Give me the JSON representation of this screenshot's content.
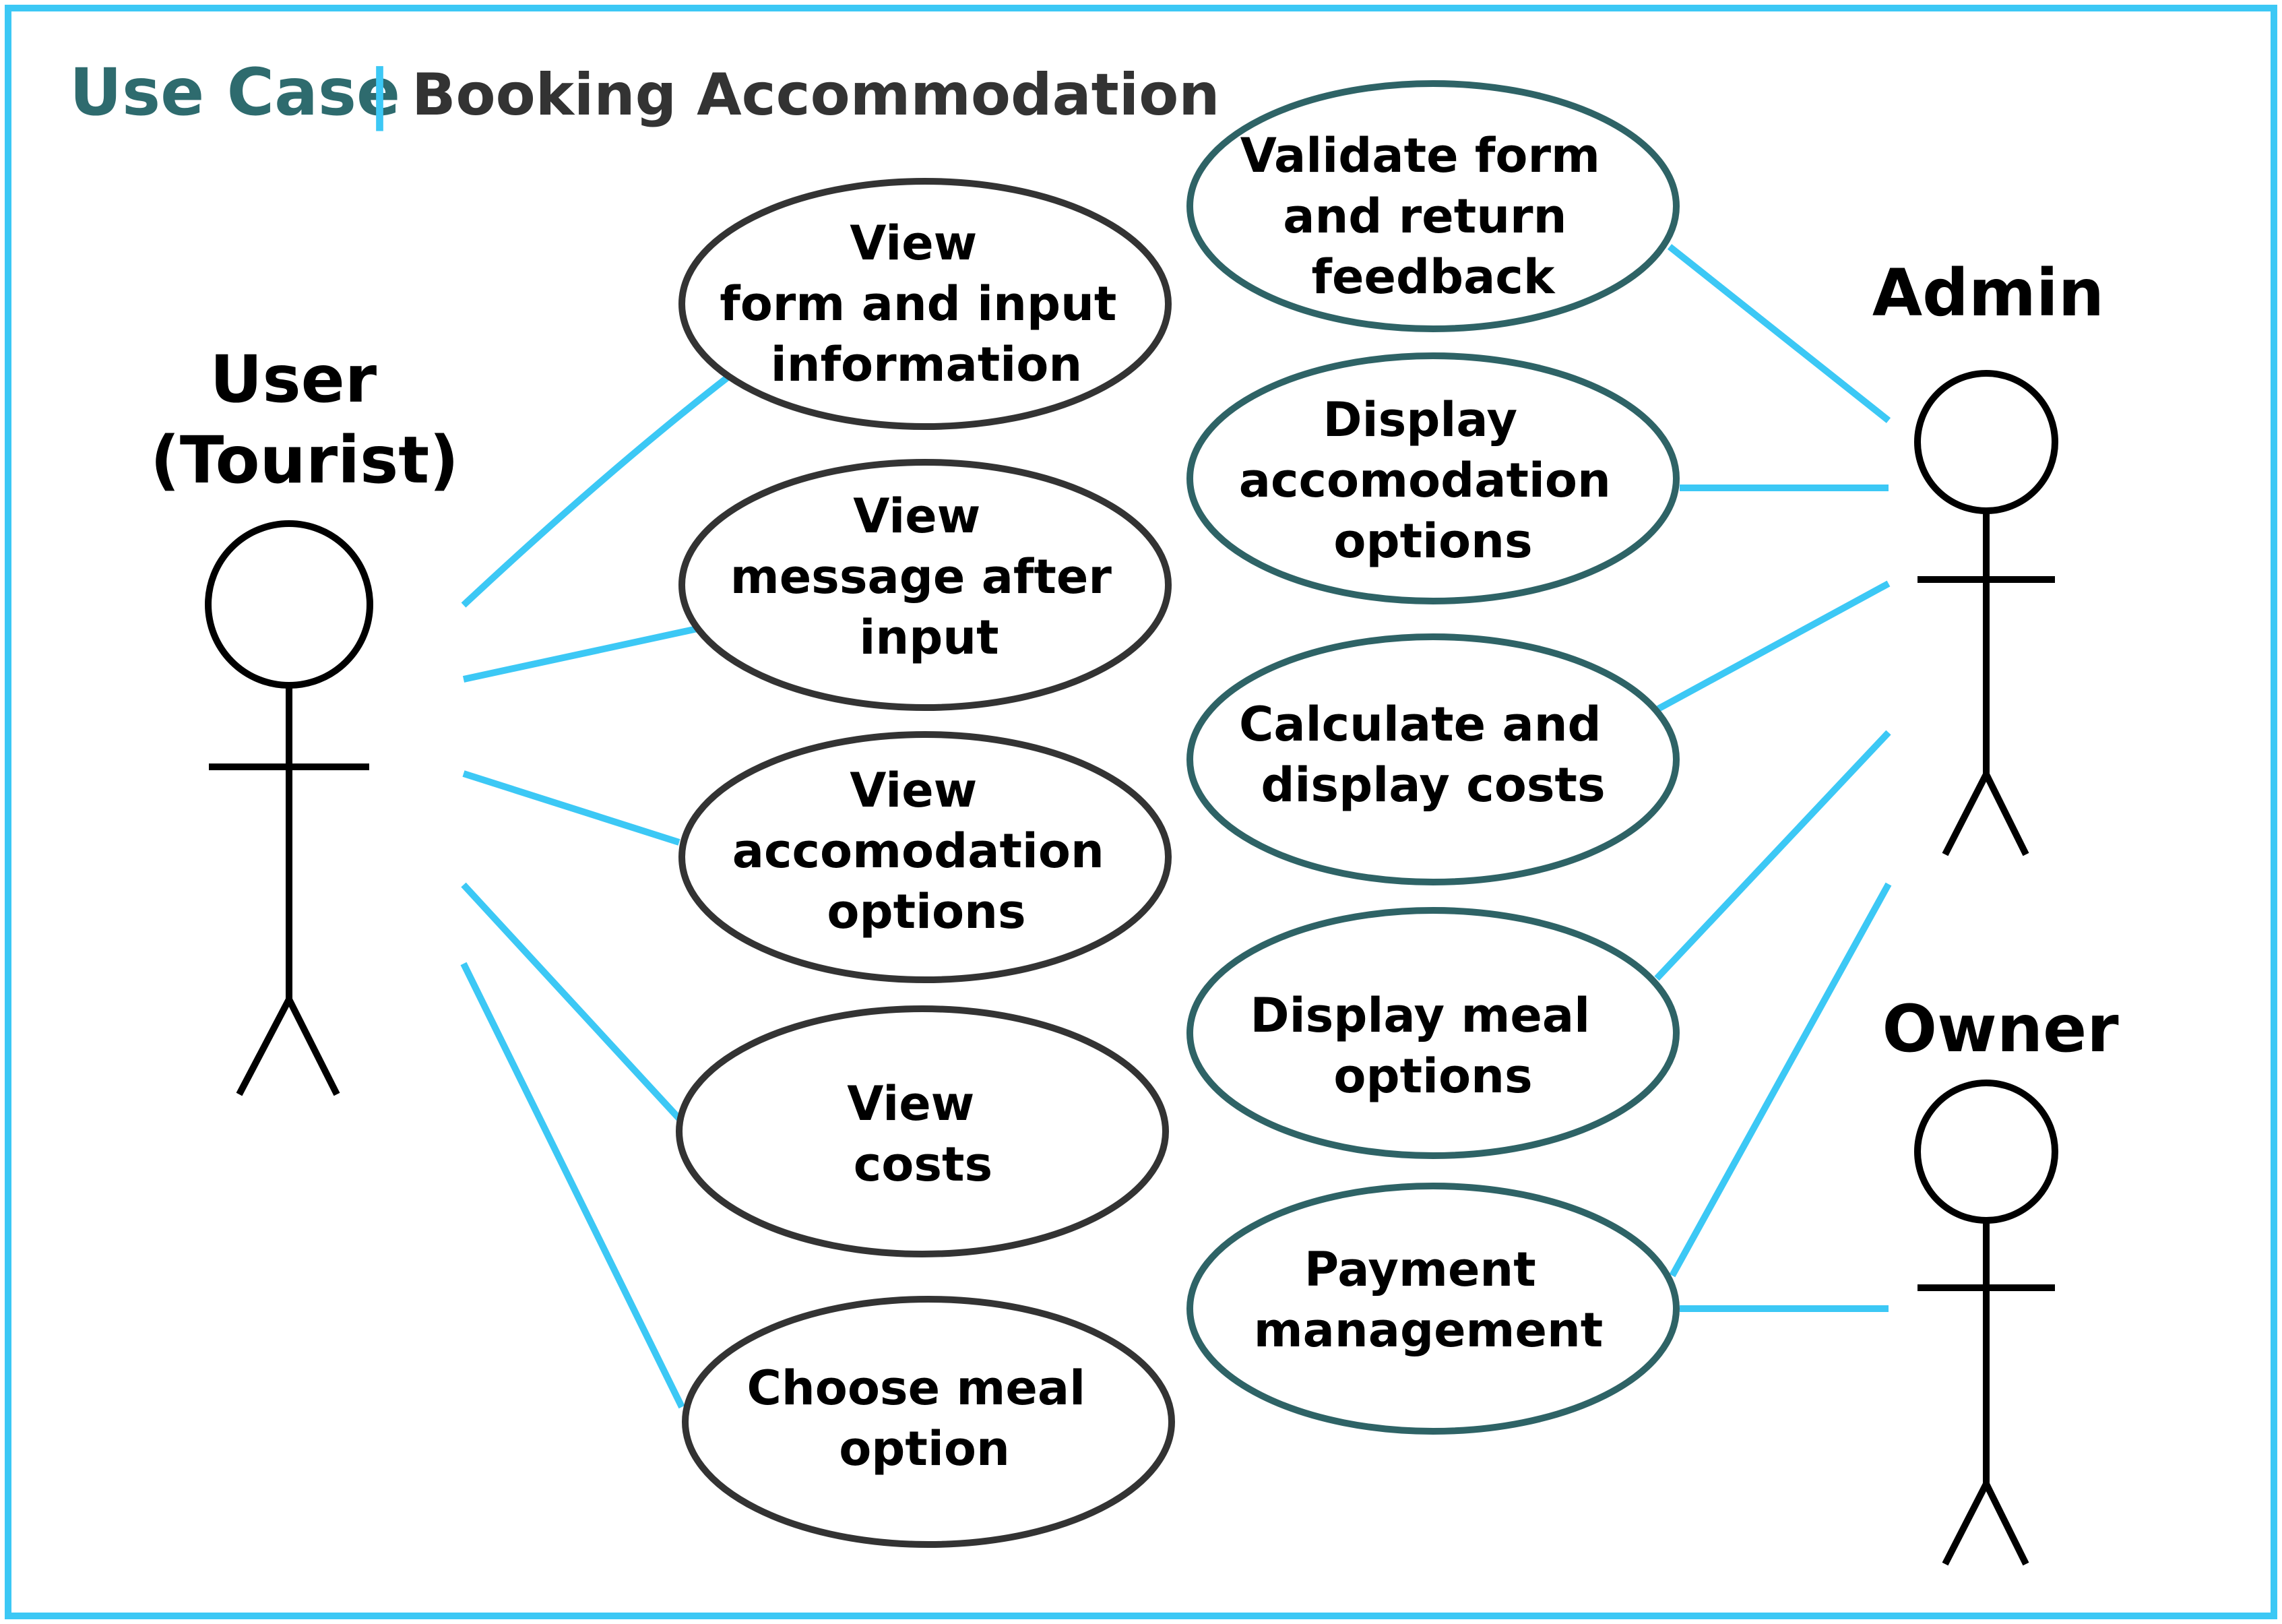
{
  "title": {
    "main": "Use Case",
    "separator": "|",
    "sub": "Booking Accommodation"
  },
  "colors": {
    "frame": "#3cc8f5",
    "connector": "#3cc8f5",
    "title_main": "#2e6b6e",
    "title_sub": "#333333",
    "user_ellipse_stroke": "#333333",
    "system_ellipse_stroke": "#2e6366",
    "actor_stroke": "#000000"
  },
  "actors": {
    "user": {
      "lines": [
        "User",
        "(Tourist)"
      ],
      "icon": "stick-figure-icon"
    },
    "admin": {
      "lines": [
        "Admin"
      ],
      "icon": "stick-figure-icon"
    },
    "owner": {
      "lines": [
        "Owner"
      ],
      "icon": "stick-figure-icon"
    }
  },
  "use_cases": {
    "user": [
      {
        "lines": [
          "View",
          "form and input",
          "information"
        ]
      },
      {
        "lines": [
          "View",
          "message after",
          "input"
        ]
      },
      {
        "lines": [
          "View",
          "accomodation",
          "options"
        ]
      },
      {
        "lines": [
          "View",
          "costs"
        ]
      },
      {
        "lines": [
          "Choose meal",
          "option"
        ]
      }
    ],
    "system": [
      {
        "lines": [
          "Validate form",
          "and return",
          "feedback"
        ]
      },
      {
        "lines": [
          "Display",
          "accomodation",
          "options"
        ]
      },
      {
        "lines": [
          "Calculate and",
          "display costs"
        ]
      },
      {
        "lines": [
          "Display meal",
          "options"
        ]
      },
      {
        "lines": [
          "Payment",
          "management"
        ]
      }
    ]
  }
}
